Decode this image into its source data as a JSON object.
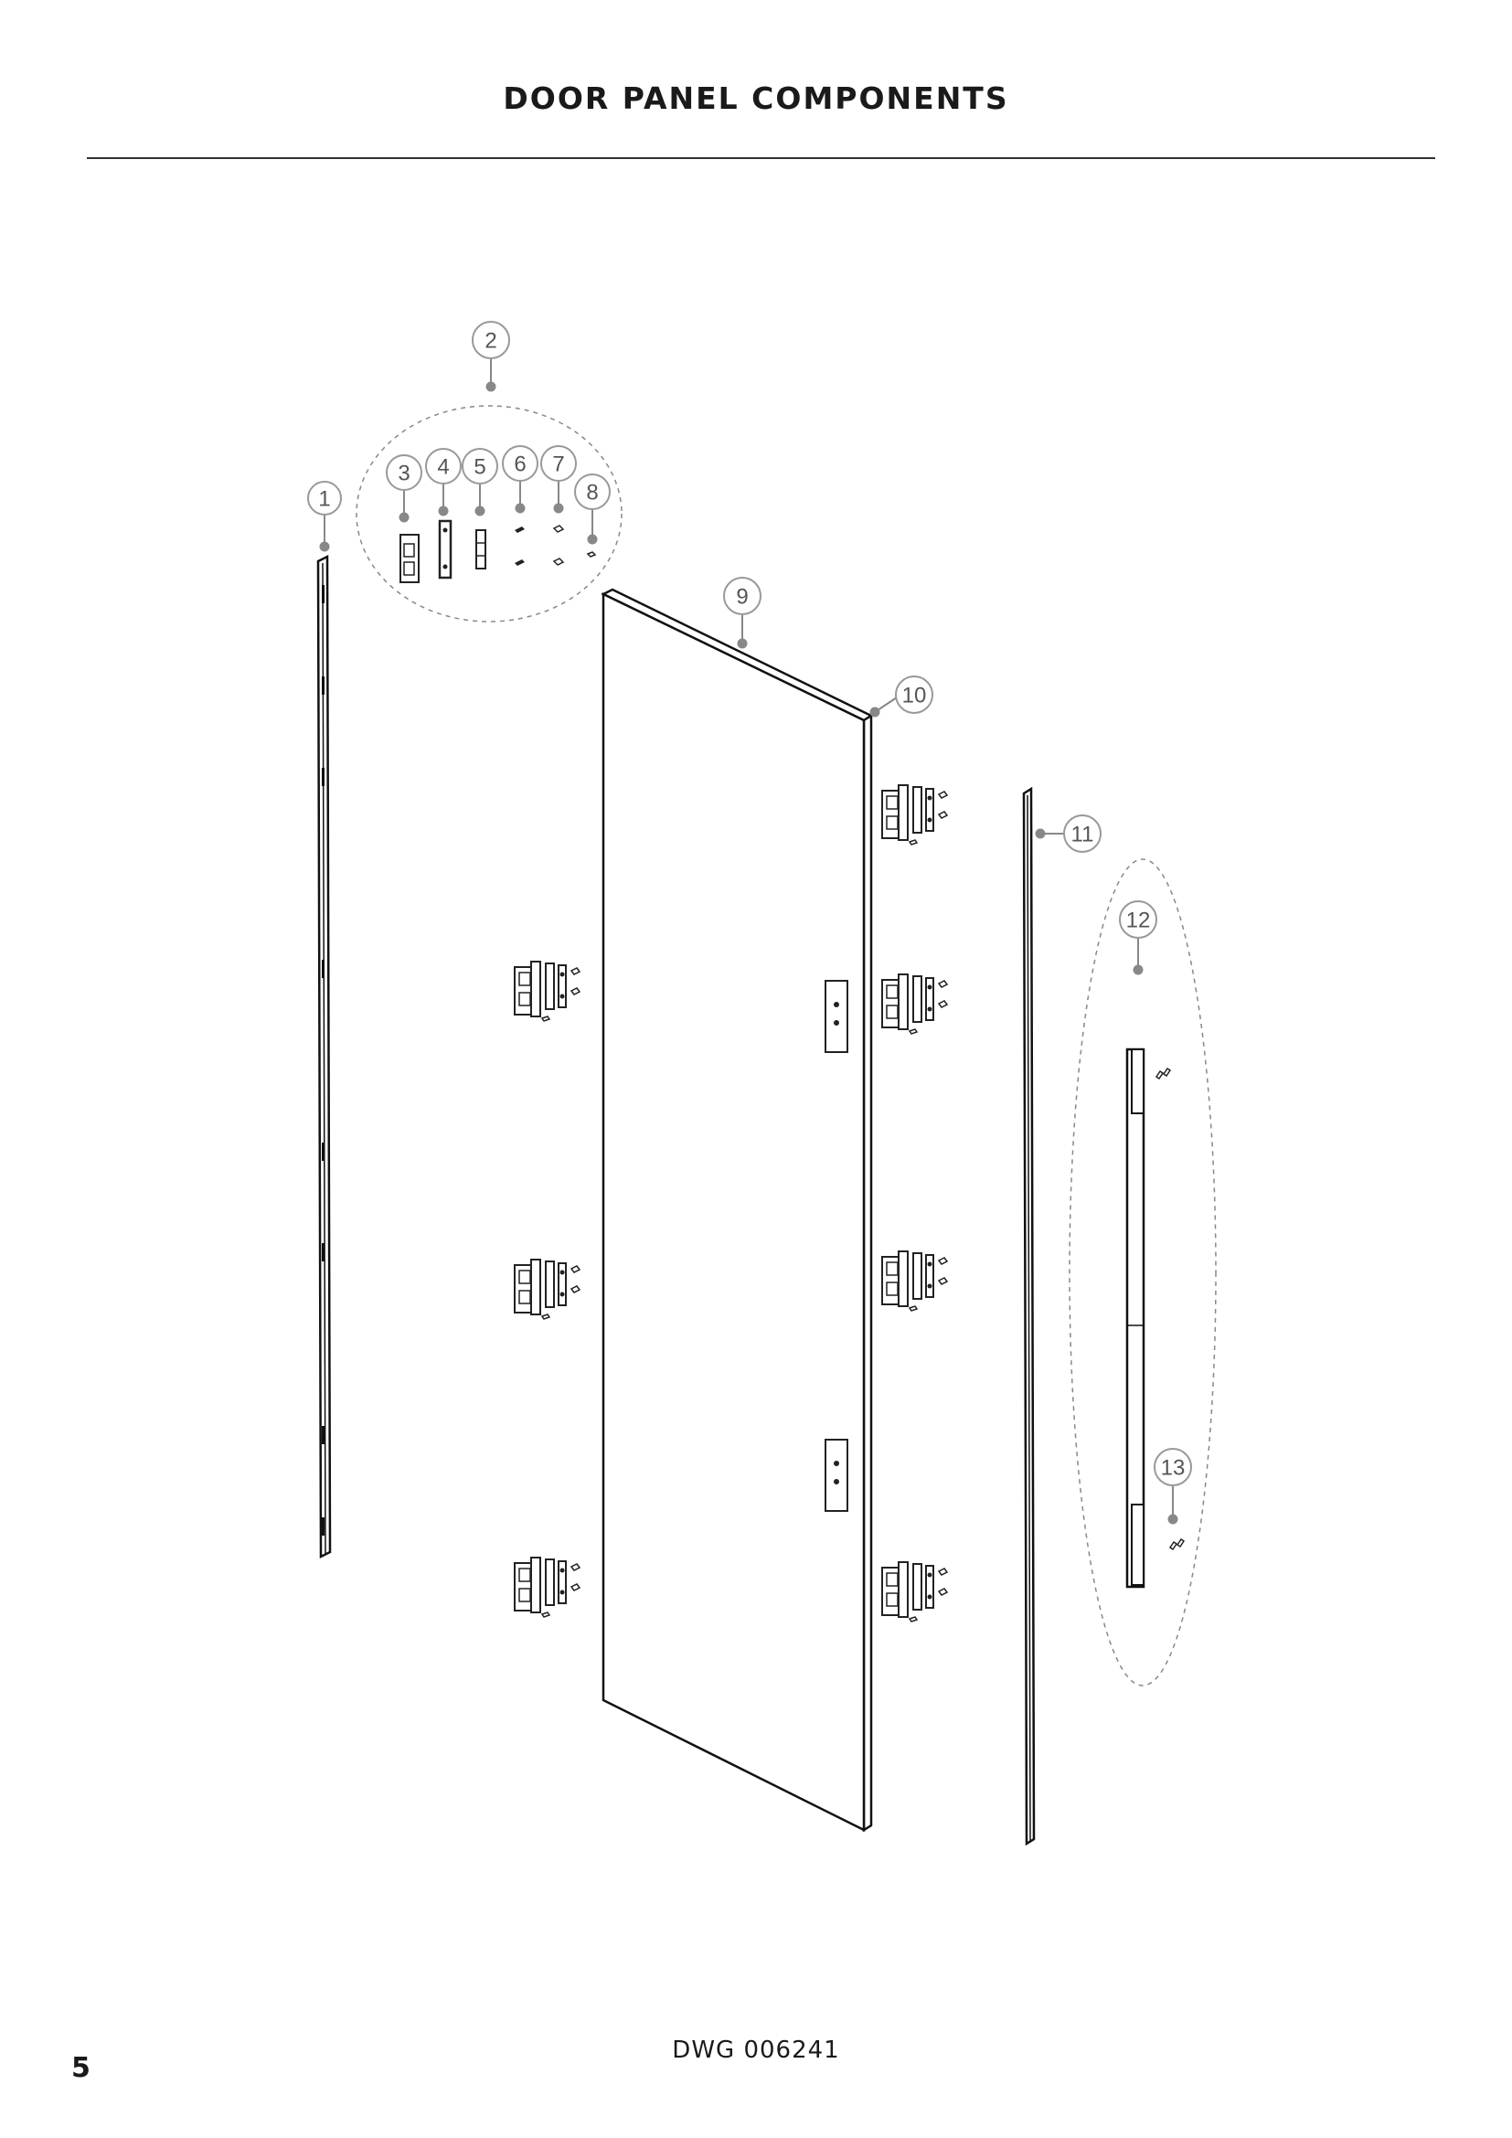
{
  "header": {
    "title": "DOOR PANEL COMPONENTS"
  },
  "callouts": [
    "1",
    "2",
    "3",
    "4",
    "5",
    "6",
    "7",
    "8",
    "9",
    "10",
    "11",
    "12",
    "13"
  ],
  "footer": {
    "drawing_number": "DWG 006241",
    "page_number": "5"
  },
  "colors": {
    "line": "#1a1a1a",
    "callout": "#888888",
    "text": "#1a1a1a"
  }
}
